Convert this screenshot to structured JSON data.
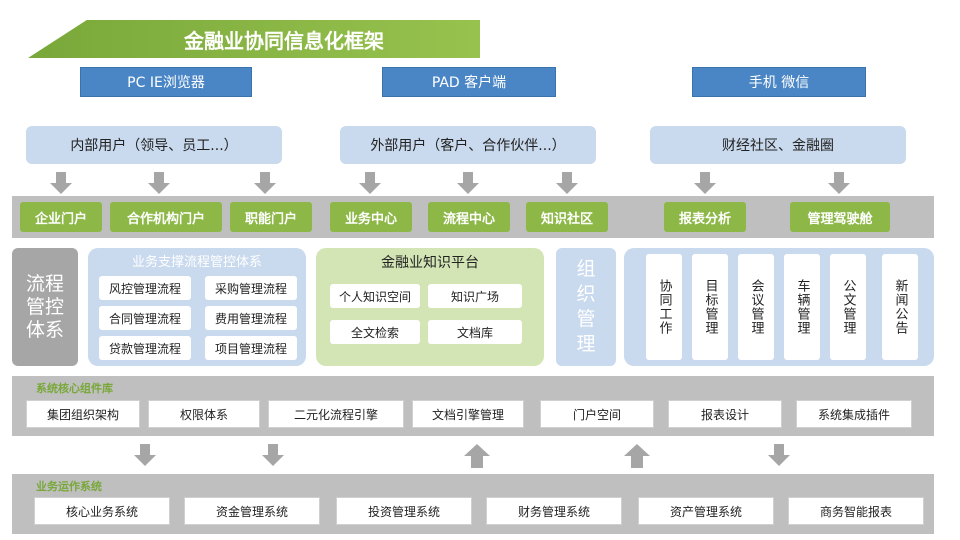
{
  "title": "金融业协同信息化框架",
  "clients": [
    "PC IE浏览器",
    "PAD 客户端",
    "手机 微信"
  ],
  "users": [
    "内部用户（领导、员工...）",
    "外部用户（客户、合作伙伴...）",
    "财经社区、金融圈"
  ],
  "portals": [
    "企业门户",
    "合作机构门户",
    "职能门户",
    "业务中心",
    "流程中心",
    "知识社区",
    "报表分析",
    "管理驾驶舱"
  ],
  "process_control": "流程管控体系",
  "business_support": {
    "title": "业务支撑流程管控体系",
    "items": [
      "风控管理流程",
      "采购管理流程",
      "合同管理流程",
      "费用管理流程",
      "贷款管理流程",
      "项目管理流程"
    ]
  },
  "knowledge": {
    "title": "金融业知识平台",
    "items": [
      "个人知识空间",
      "知识广场",
      "全文检索",
      "文档库"
    ]
  },
  "org_management": "组织管理",
  "apps": [
    "协同工作",
    "目标管理",
    "会议管理",
    "车辆管理",
    "公文管理",
    "新闻公告"
  ],
  "core_label": "系统核心组件库",
  "core_items": [
    "集团组织架构",
    "权限体系",
    "二元化流程引擎",
    "文档引擎管理",
    "门户空间",
    "报表设计",
    "系统集成插件"
  ],
  "ops_label": "业务运作系统",
  "ops_items": [
    "核心业务系统",
    "资金管理系统",
    "投资管理系统",
    "财务管理系统",
    "资产管理系统",
    "商务智能报表"
  ],
  "colors": {
    "green": "#8db847",
    "blue": "#4a86c5",
    "light_blue": "#c9d9ee",
    "gray": "#bfbfbf"
  }
}
